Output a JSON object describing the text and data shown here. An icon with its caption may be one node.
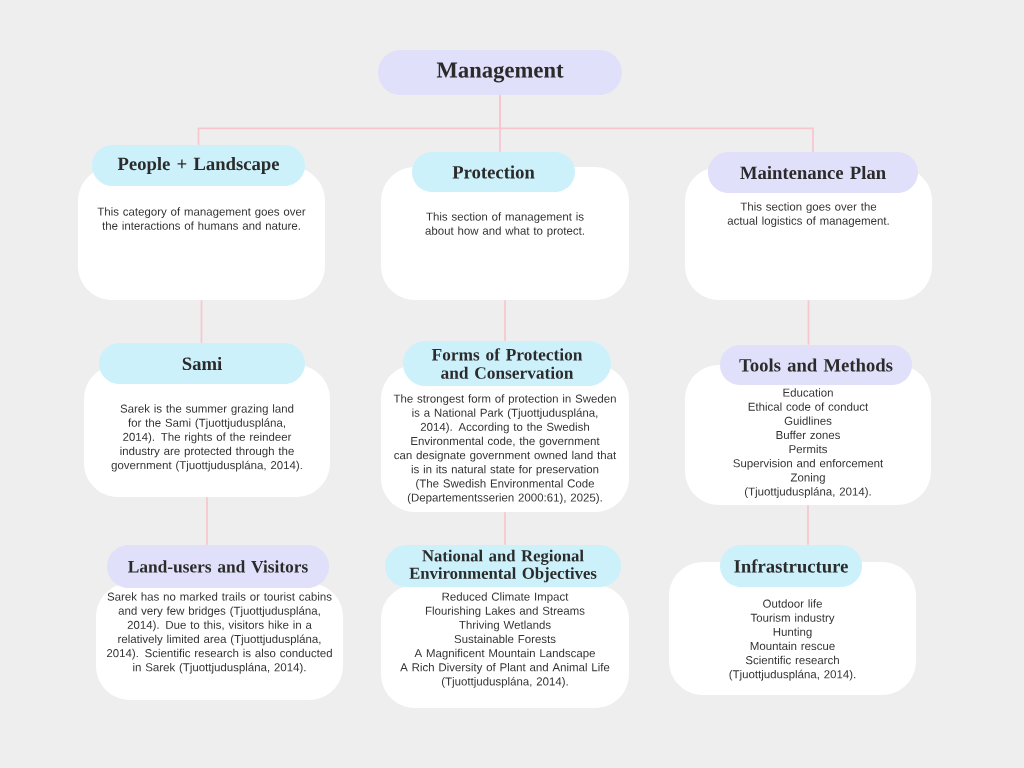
{
  "diagram": {
    "nodes": [
      {
        "text": [
          "Management"
        ]
      },
      {
        "text": [
          "People + Landscape",
          "This category of management goes over the interactions of humans and nature."
        ]
      },
      {
        "text": [
          "Protection",
          "This section of management is about how and what to protect."
        ]
      },
      {
        "text": [
          "Maintenance Plan",
          "This section goes over the actual logistics of management."
        ]
      },
      {
        "text": [
          "Sami",
          "Sarek is the summer grazing land for the Sami (Tjuottjudusplána, 2014). The rights of the reindeer industry are protected through the government (Tjuottjudusplána, 2014)."
        ]
      },
      {
        "text": [
          "Forms of Protection and Conservation",
          "The strongest form of protection in Sweden is a National Park (Tjuottjudusplána, 2014). According to the Swedish Environmental code, the government can designate government owned land that is in its natural state for preservation (The Swedish Environmental Code (Departementsserien 2000:61), 2025)."
        ]
      },
      {
        "text": [
          "Tools and Methods",
          "Education",
          "Ethical code of conduct",
          "Guidlines",
          "Buffer zones",
          "Permits",
          "Supervision and enforcement",
          "Zoning",
          "(Tjuottjudusplána, 2014)."
        ]
      },
      {
        "text": [
          "Land-users and Visitors",
          "Sarek has no marked trails or tourist cabins and very few bridges (Tjuottjudusplána, 2014). Due to this, visitors hike in a relatively limited area (Tjuottjudusplána, 2014). Scientific research is also conducted in Sarek (Tjuottjudusplána, 2014)."
        ]
      },
      {
        "text": [
          "National and Regional Environmental Objectives",
          "Reduced Climate Impact",
          "Flourishing Lakes and Streams",
          "Thriving Wetlands",
          "Sustainable Forests",
          "A Magnificent Mountain Landscape",
          "A Rich Diversity of Plant and Animal Life",
          "(Tjuottjudusplána, 2014)."
        ]
      },
      {
        "text": [
          "Infrastructure",
          "Outdoor life",
          "Tourism industry",
          "Hunting",
          "Mountain rescue",
          "Scientific research",
          "(Tjuottjudusplána, 2014)."
        ]
      }
    ],
    "edges": [
      {
        "from": 0,
        "to": 1,
        "arrow": "none"
      },
      {
        "from": 0,
        "to": 2,
        "arrow": "none"
      },
      {
        "from": 0,
        "to": 3,
        "arrow": "none"
      },
      {
        "from": 1,
        "to": 4,
        "arrow": "none"
      },
      {
        "from": 4,
        "to": 7,
        "arrow": "none"
      },
      {
        "from": 2,
        "to": 5,
        "arrow": "none"
      },
      {
        "from": 5,
        "to": 8,
        "arrow": "none"
      },
      {
        "from": 3,
        "to": 6,
        "arrow": "none"
      },
      {
        "from": 6,
        "to": 9,
        "arrow": "none"
      }
    ]
  }
}
